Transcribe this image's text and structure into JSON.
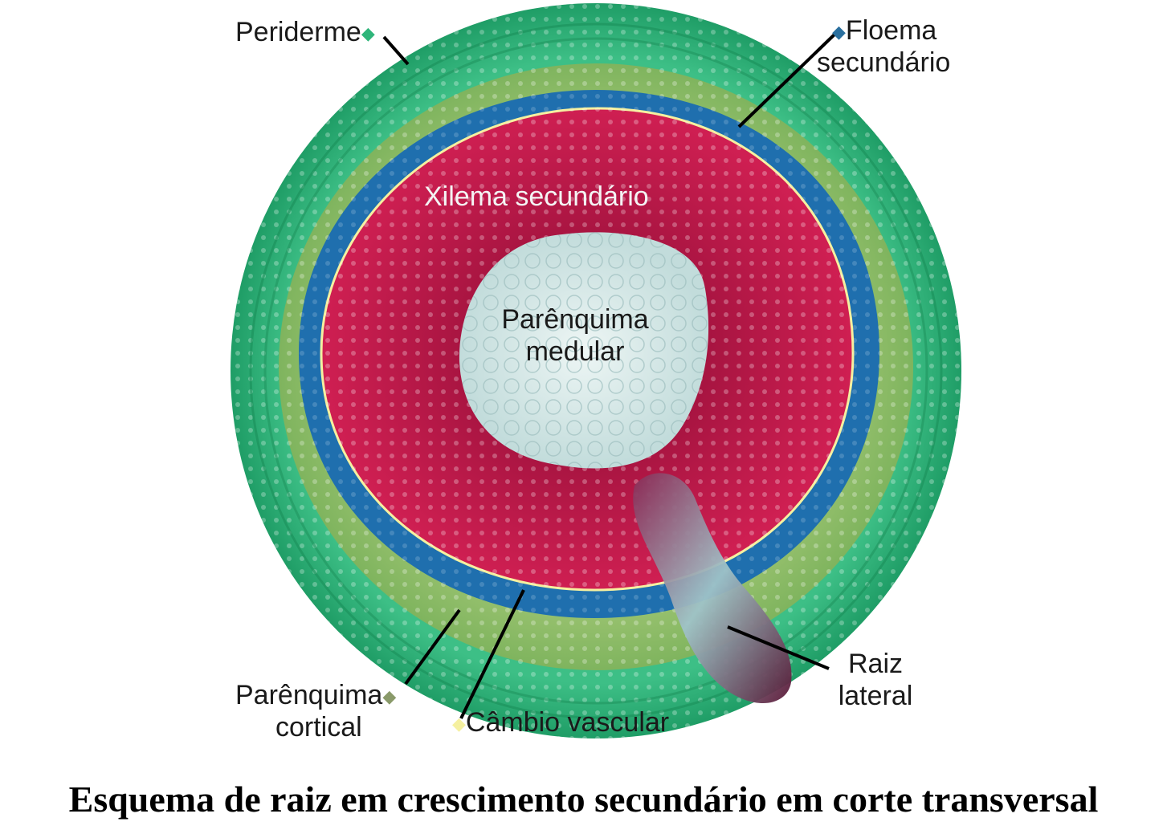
{
  "labels": {
    "periderme": "Periderme",
    "floema_line1": "Floema",
    "floema_line2": "secundário",
    "xilema": "Xilema secundário",
    "parenquima_medular_line1": "Parênquima",
    "parenquima_medular_line2": "medular",
    "raiz_line1": "Raiz",
    "raiz_line2": "lateral",
    "parenquima_cortical_line1": "Parênquima",
    "parenquima_cortical_line2": "cortical",
    "cambio": "Câmbio vascular"
  },
  "caption": "Esquema de raiz em crescimento secundário em corte transversal",
  "colors": {
    "periderme": "#2fb57a",
    "parenquima_cortical": "#8dbe6a",
    "floema": "#1d6fae",
    "cambio": "#f5f0a0",
    "xilema": "#c0174a",
    "medula": "#d4e6e4",
    "raiz_lateral": "#7a1f45",
    "leader_line": "#000000"
  }
}
